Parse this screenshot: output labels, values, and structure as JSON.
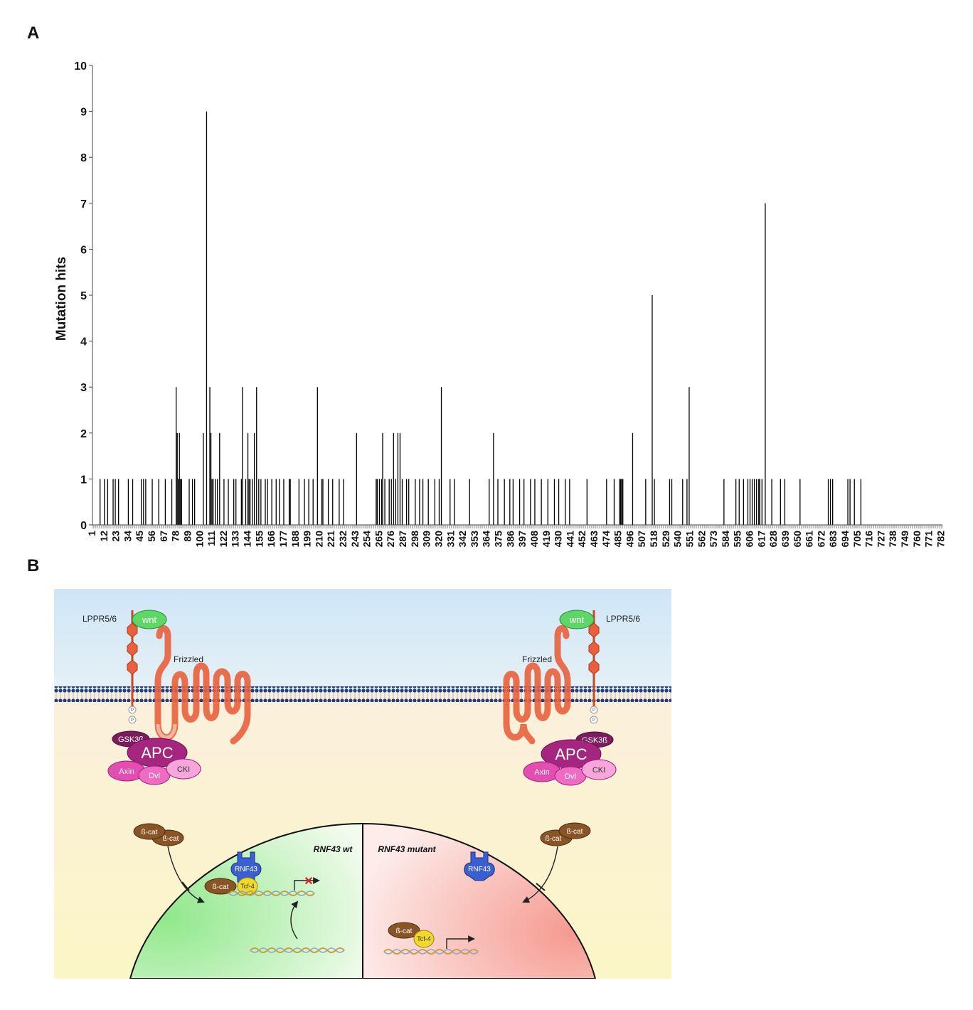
{
  "panels": {
    "a": "A",
    "b": "B"
  },
  "chart_data": {
    "type": "bar",
    "title": "",
    "xlabel": "",
    "ylabel": "Mutation hits",
    "ylim": [
      0,
      10
    ],
    "yticks": [
      0,
      1,
      2,
      3,
      4,
      5,
      6,
      7,
      8,
      9,
      10
    ],
    "xlim": [
      1,
      783
    ],
    "xtick_labels": [
      1,
      12,
      23,
      34,
      45,
      56,
      67,
      78,
      89,
      100,
      111,
      122,
      133,
      144,
      155,
      166,
      177,
      188,
      199,
      210,
      221,
      232,
      243,
      254,
      265,
      276,
      287,
      298,
      309,
      320,
      331,
      342,
      353,
      364,
      375,
      386,
      397,
      408,
      419,
      430,
      441,
      452,
      463,
      474,
      485,
      496,
      507,
      518,
      529,
      540,
      551,
      562,
      573,
      584,
      595,
      606,
      617,
      628,
      639,
      650,
      661,
      672,
      683,
      694,
      705,
      716,
      727,
      738,
      749,
      760,
      771,
      782
    ],
    "bar_color": "#000000",
    "x": [
      8,
      12,
      15,
      20,
      22,
      25,
      34,
      38,
      46,
      48,
      50,
      56,
      62,
      68,
      74,
      78,
      79,
      80,
      81,
      82,
      83,
      90,
      93,
      95,
      103,
      106,
      109,
      110,
      111,
      112,
      114,
      116,
      118,
      122,
      126,
      131,
      133,
      138,
      139,
      142,
      144,
      145,
      146,
      148,
      150,
      152,
      154,
      156,
      160,
      162,
      166,
      170,
      173,
      177,
      182,
      183,
      191,
      196,
      200,
      204,
      208,
      212,
      213,
      218,
      222,
      228,
      232,
      244,
      262,
      263,
      265,
      267,
      268,
      270,
      274,
      276,
      278,
      280,
      282,
      284,
      286,
      290,
      292,
      298,
      302,
      305,
      310,
      316,
      320,
      322,
      330,
      334,
      348,
      366,
      370,
      374,
      380,
      385,
      388,
      394,
      398,
      404,
      408,
      414,
      420,
      426,
      430,
      436,
      440,
      456,
      474,
      481,
      486,
      487,
      488,
      489,
      498,
      510,
      516,
      518,
      532,
      534,
      544,
      548,
      550,
      582,
      593,
      596,
      600,
      604,
      606,
      608,
      610,
      612,
      614,
      615,
      617,
      620,
      626,
      634,
      638,
      652,
      678,
      680,
      682,
      696,
      698,
      702,
      708
    ],
    "values": [
      1,
      1,
      1,
      1,
      1,
      1,
      1,
      1,
      1,
      1,
      1,
      1,
      1,
      1,
      1,
      3,
      2,
      1,
      2,
      1,
      1,
      1,
      1,
      1,
      2,
      9,
      3,
      2,
      1,
      1,
      1,
      1,
      2,
      1,
      1,
      1,
      1,
      1,
      3,
      1,
      2,
      1,
      1,
      1,
      2,
      3,
      1,
      1,
      1,
      1,
      1,
      1,
      1,
      1,
      1,
      1,
      1,
      1,
      1,
      1,
      3,
      1,
      1,
      1,
      1,
      1,
      1,
      2,
      1,
      1,
      1,
      1,
      2,
      1,
      1,
      1,
      2,
      1,
      2,
      2,
      1,
      1,
      1,
      1,
      1,
      1,
      1,
      1,
      1,
      3,
      1,
      1,
      1,
      1,
      2,
      1,
      1,
      1,
      1,
      1,
      1,
      1,
      1,
      1,
      1,
      1,
      1,
      1,
      1,
      1,
      1,
      1,
      1,
      1,
      1,
      1,
      2,
      1,
      5,
      1,
      1,
      1,
      1,
      1,
      3,
      1,
      1,
      1,
      1,
      1,
      1,
      1,
      1,
      1,
      1,
      1,
      1,
      7,
      1,
      1,
      1,
      1,
      1,
      1,
      1,
      1,
      1,
      1,
      1,
      1
    ]
  },
  "diagram": {
    "labels": {
      "lppr_left": "LPPR5/6",
      "lppr_right": "LPPR5/6",
      "wnt": "wnt",
      "frizzled": "Frizzled",
      "p": "P",
      "gsk": "GSK3ß",
      "apc": "APC",
      "axin": "Axin",
      "dvl": "Dvl",
      "cki": "CKI",
      "bcat": "ß-cat",
      "bcat2": "ß-cat",
      "rnf43": "RNF43",
      "tcf4": "Tcf-4",
      "wt_title": "RNF43 wt",
      "mut_title": "RNF43 mutant"
    },
    "colors": {
      "extracellular": "#d6eaf8",
      "cytoplasm": "#fbf3cf",
      "nucleus_wt": "#9ee89a",
      "nucleus_mut": "#f5a8a0",
      "membrane": "#27407a",
      "receptor": "#e8603c",
      "wnt": "#5dd866",
      "apc": "#a5267e",
      "axin": "#e24fb1",
      "bcat": "#8a5526",
      "rnf43": "#3a5fd0",
      "tcf4": "#f2d82a",
      "blocked": "#e02020"
    }
  }
}
